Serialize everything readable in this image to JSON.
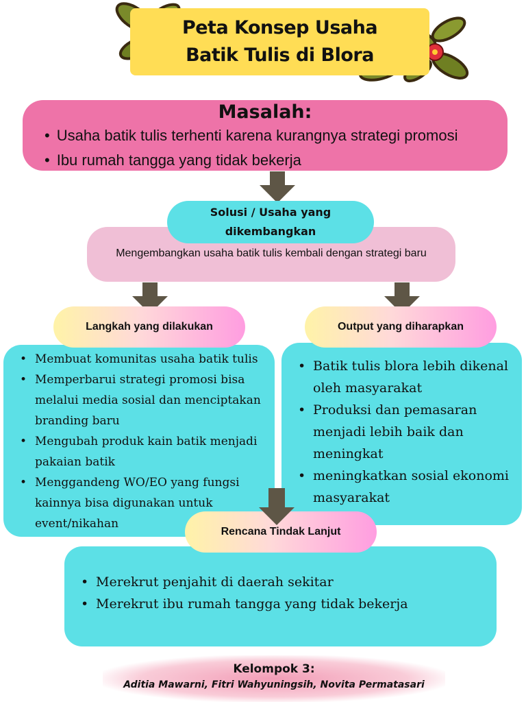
{
  "title": {
    "line1": "Peta Konsep Usaha",
    "line2": "Batik Tulis di Blora"
  },
  "masalah": {
    "heading": "Masalah:",
    "items": [
      "Usaha batik tulis terhenti karena kurangnya strategi promosi",
      "Ibu rumah tangga yang tidak bekerja"
    ]
  },
  "solusi": {
    "heading_line1": "Solusi / Usaha yang",
    "heading_line2": "dikembangkan",
    "text": "Mengembangkan usaha batik tulis kembali dengan strategi baru"
  },
  "langkah": {
    "heading": "Langkah yang dilakukan",
    "items": [
      "Membuat komunitas usaha batik tulis",
      "Memperbarui strategi promosi bisa melalui media sosial dan menciptakan branding baru",
      "Mengubah produk kain batik menjadi pakaian batik",
      "Menggandeng WO/EO yang fungsi kainnya bisa digunakan untuk event/nikahan"
    ]
  },
  "output": {
    "heading": "Output yang diharapkan",
    "items": [
      "Batik tulis blora lebih dikenal oleh masyarakat",
      "Produksi dan pemasaran menjadi lebih baik dan meningkat",
      "meningkatkan sosial ekonomi masyarakat"
    ]
  },
  "rencana": {
    "heading": "Rencana Tindak Lanjut",
    "items": [
      "Merekrut penjahit di daerah sekitar",
      "Merekrut ibu rumah tangga yang tidak bekerja"
    ]
  },
  "footer": {
    "group": "Kelompok 3:",
    "members": "Aditia Mawarni, Fitri Wahyuningsih, Novita Permatasari"
  },
  "colors": {
    "title_bg": "#ffdd55",
    "masalah_bg": "#ee73a8",
    "solusi_pill_bg": "#5ce0e6",
    "solusi_bg": "#f0bfd6",
    "content_bg": "#5ce0e6",
    "arrow": "#5e5646"
  },
  "icons": [
    "batik-flower-icon",
    "down-arrow-icon"
  ]
}
